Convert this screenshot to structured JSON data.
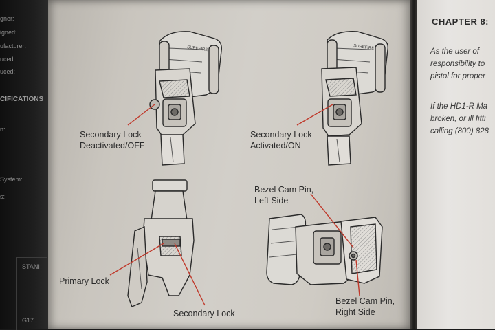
{
  "left_page_fragment": {
    "lines": [
      "gner:",
      "igned:",
      "ufacturer:",
      "uced:",
      "CIFICATIONS",
      "n:",
      "System:",
      "s:",
      "STANI",
      "G17"
    ]
  },
  "right_page": {
    "chapter_heading": "CHAPTER 8:",
    "paragraph1": [
      "As the user of",
      "responsibility to",
      "pistol for proper"
    ],
    "paragraph2": [
      "If the HD1-R Ma",
      "broken, or ill fitti",
      "calling (800) 828"
    ]
  },
  "labels": {
    "secondary_off_line1": "Secondary Lock",
    "secondary_off_line2": "Deactivated/OFF",
    "secondary_on_line1": "Secondary Lock",
    "secondary_on_line2": "Activated/ON",
    "primary_lock": "Primary Lock",
    "secondary_lock": "Secondary Lock",
    "bezel_left_line1": "Bezel Cam Pin,",
    "bezel_left_line2": "Left Side",
    "bezel_right_line1": "Bezel Cam Pin,",
    "bezel_right_line2": "Right Side"
  },
  "logo_text": "SUREFIRE",
  "colors": {
    "leader_line": "#c0392b",
    "drawing_stroke": "#2a2a2a"
  }
}
